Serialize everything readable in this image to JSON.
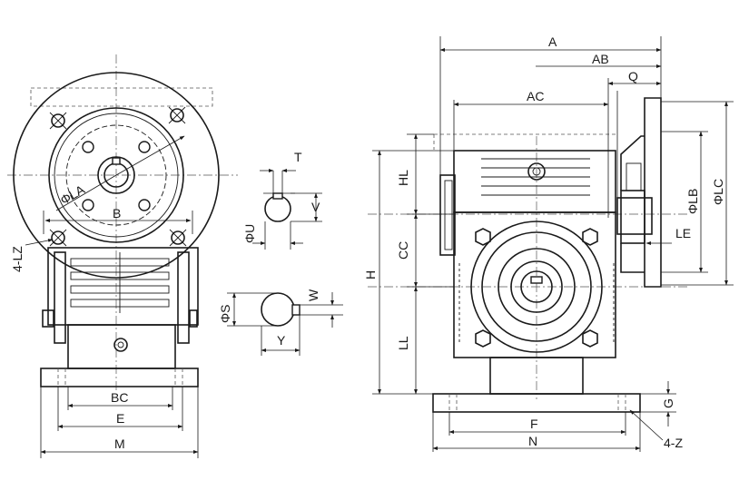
{
  "labels": {
    "A": "A",
    "AB": "AB",
    "Q": "Q",
    "AC": "AC",
    "HL": "HL",
    "CC": "CC",
    "LL": "LL",
    "H": "H",
    "PHI_LB": "ΦLB",
    "PHI_LC": "ΦLC",
    "LE": "LE",
    "G": "G",
    "F": "F",
    "N": "N",
    "FOUR_Z": "4-Z",
    "T": "T",
    "V": "V",
    "PHI_U": "ΦU",
    "W": "W",
    "PHI_S": "ΦS",
    "Y": "Y",
    "PHI_LA": "ΦLA",
    "B": "B",
    "FOUR_LZ": "4-LZ",
    "BC": "BC",
    "E": "E",
    "M": "M"
  }
}
